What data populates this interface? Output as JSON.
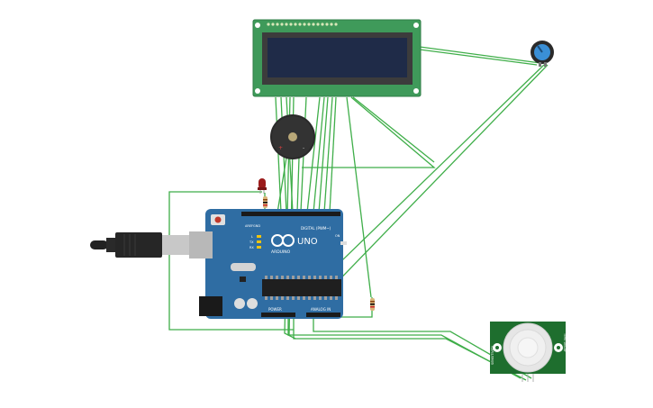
{
  "colors": {
    "wire": "#3fae49",
    "board": "#2f6da3",
    "board_dark": "#23547f",
    "lcd_pcb": "#3f9a5a",
    "lcd_screen": "#1f2b48",
    "pir_pcb": "#1e6e2e",
    "led": "#9b1b1b",
    "buzzer": "#2a2a2a",
    "pot": "#3a8fd6"
  },
  "arduino": {
    "brand": "UNO",
    "maker": "ARDUINO",
    "header_digital": "DIGITAL (PWM~)",
    "header_power": "POWER",
    "header_analog": "ANALOG IN",
    "label_aref": "AREF",
    "label_gnd": "GND",
    "label_l": "L",
    "label_tx": "TX",
    "label_rx": "RX",
    "label_on": "ON"
  },
  "pir": {
    "left_text": "SENSITIVITY",
    "right_text": "TIME DELAY"
  },
  "icons": {
    "usb": "usb-cable-icon",
    "led": "led-icon",
    "buzzer": "buzzer-icon",
    "pot": "potentiometer-icon"
  }
}
